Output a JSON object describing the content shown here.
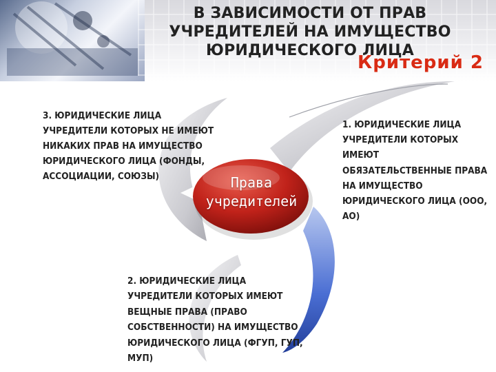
{
  "title": "В ЗАВИСИМОСТИ ОТ ПРАВ УЧРЕДИТЕЛЕЙ НА ИМУЩЕСТВО ЮРИДИЧЕСКОГО ЛИЦА",
  "criterion": "Критерий 2",
  "hub": "Права учредителей",
  "categories": [
    {
      "text": "1. ЮРИДИЧЕСКИЕ ЛИЦА УЧРЕДИТЕЛИ КОТОРЫХ ИМЕЮТ ОБЯЗАТЕЛЬСТВЕННЫЕ ПРАВА НА ИМУЩЕСТВО ЮРИДИЧЕСКОГО ЛИЦА (ООО, АО)"
    },
    {
      "text": "2. ЮРИДИЧЕСКИЕ ЛИЦА УЧРЕДИТЕЛИ КОТОРЫХ ИМЕЮТ ВЕЩНЫЕ ПРАВА (ПРАВО СОБСТВЕННОСТИ) НА ИМУЩЕСТВО ЮРИДИЧЕСКОГО ЛИЦА (ФГУП, ГУП, МУП)"
    },
    {
      "text": "3. ЮРИДИЧЕСКИЕ ЛИЦА УЧРЕДИТЕЛИ КОТОРЫХ  НЕ ИМЕЮТ НИКАКИХ ПРАВ НА ИМУЩЕСТВО ЮРИДИЧЕСКОГО ЛИЦА (ФОНДЫ, АССОЦИАЦИИ, СОЮЗЫ)"
    }
  ],
  "colors": {
    "title": "#222222",
    "criterion": "#d92b14",
    "hub": "#c0221a",
    "swirl_gray": "#b9b9be",
    "swirl_blue": "#3f63c9"
  }
}
